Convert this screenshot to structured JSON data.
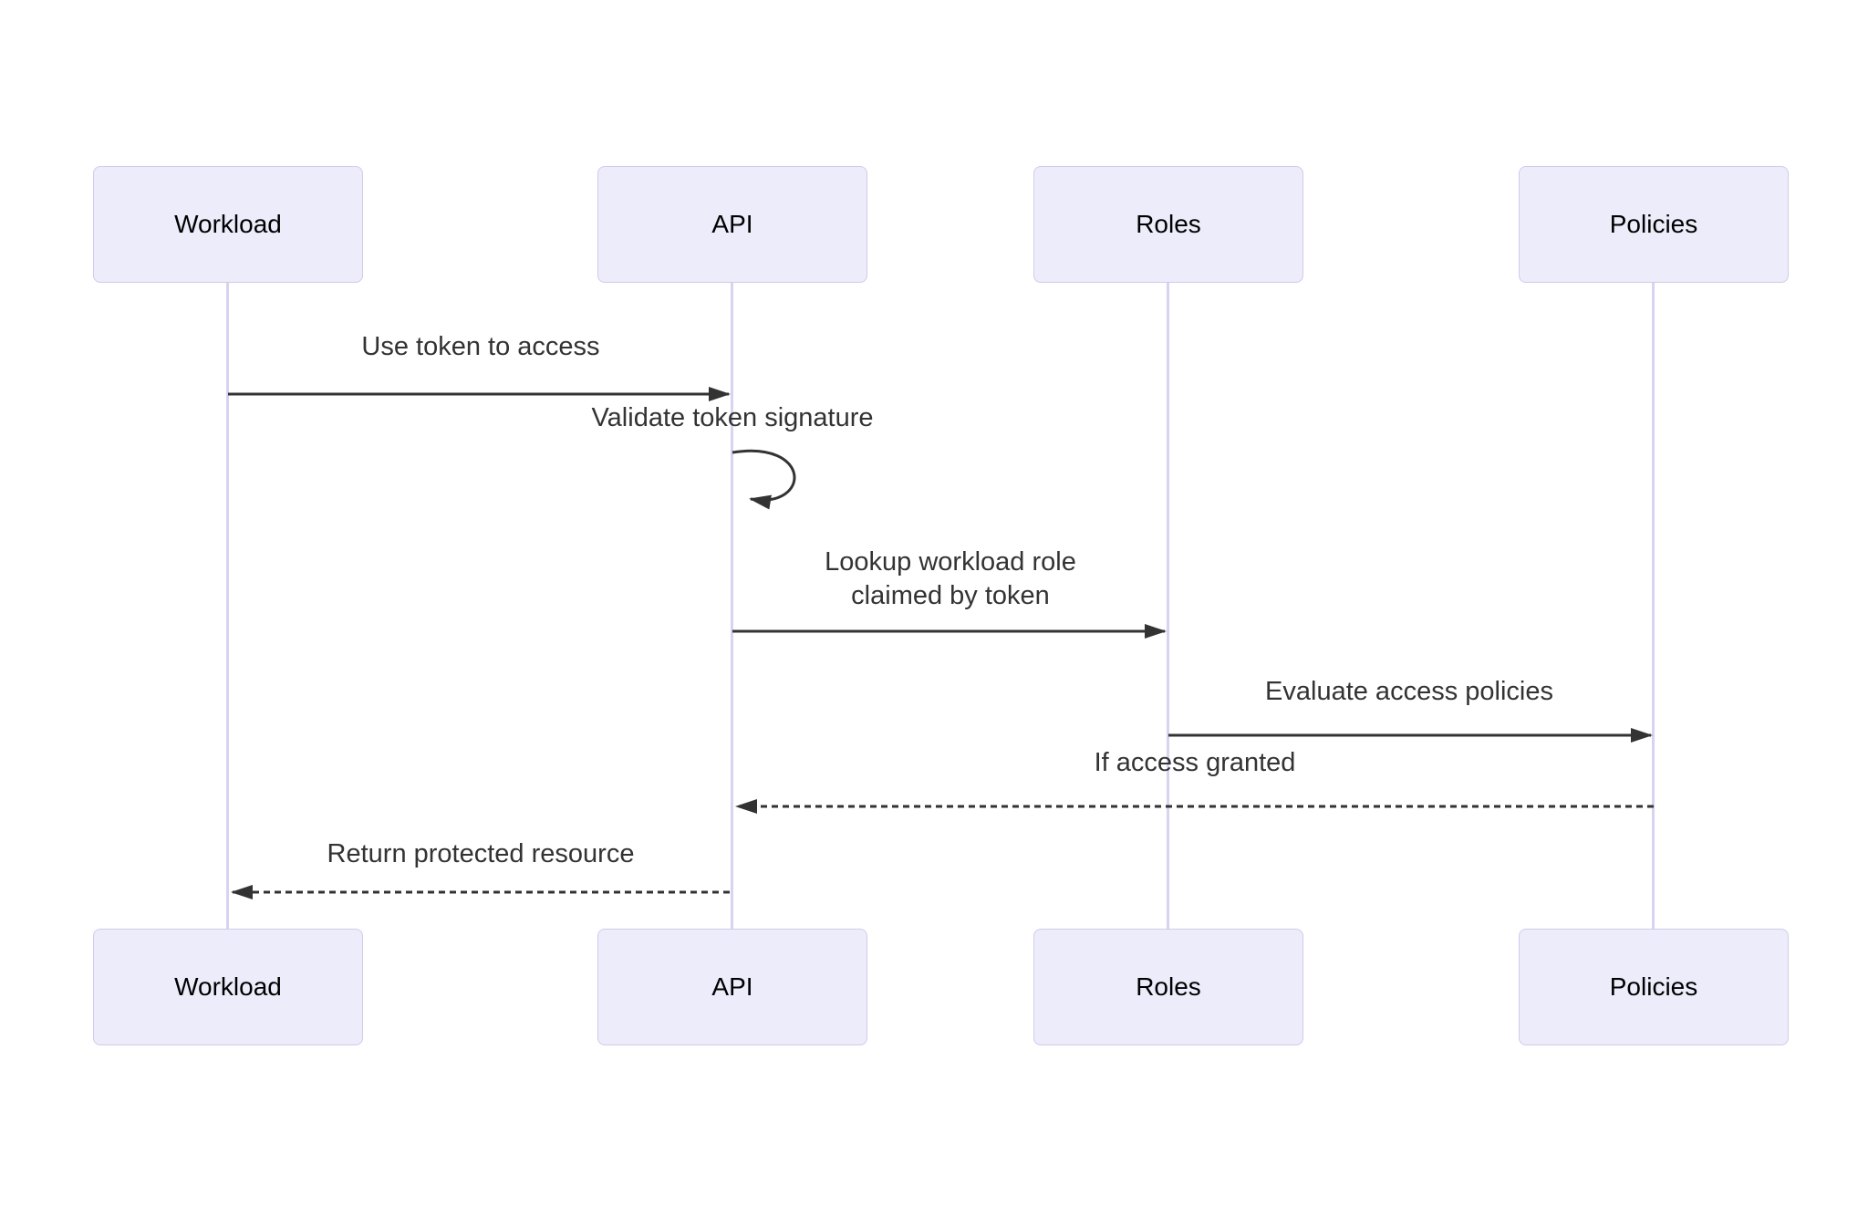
{
  "diagram": {
    "type": "sequence-diagram",
    "actors": [
      {
        "id": "workload",
        "label": "Workload"
      },
      {
        "id": "api",
        "label": "API"
      },
      {
        "id": "roles",
        "label": "Roles"
      },
      {
        "id": "policies",
        "label": "Policies"
      }
    ],
    "messages": [
      {
        "from": "workload",
        "to": "api",
        "style": "solid",
        "label": "Use token to access"
      },
      {
        "from": "api",
        "to": "api",
        "style": "self",
        "label": "Validate token signature"
      },
      {
        "from": "api",
        "to": "roles",
        "style": "solid",
        "label": "Lookup workload role claimed by token",
        "line1": "Lookup workload role",
        "line2": "claimed by token"
      },
      {
        "from": "roles",
        "to": "policies",
        "style": "solid",
        "label": "Evaluate access policies"
      },
      {
        "from": "policies",
        "to": "api",
        "style": "dashed",
        "label": "If access granted"
      },
      {
        "from": "api",
        "to": "workload",
        "style": "dashed",
        "label": "Return protected resource"
      }
    ],
    "colors": {
      "background": "#FFFFFF",
      "actor_fill": "#ECECFB",
      "actor_border": "#D2CBE9",
      "actor_text": "#000000",
      "lifeline": "#D9D2F0",
      "arrow": "#333333",
      "message_text": "#333333"
    }
  }
}
